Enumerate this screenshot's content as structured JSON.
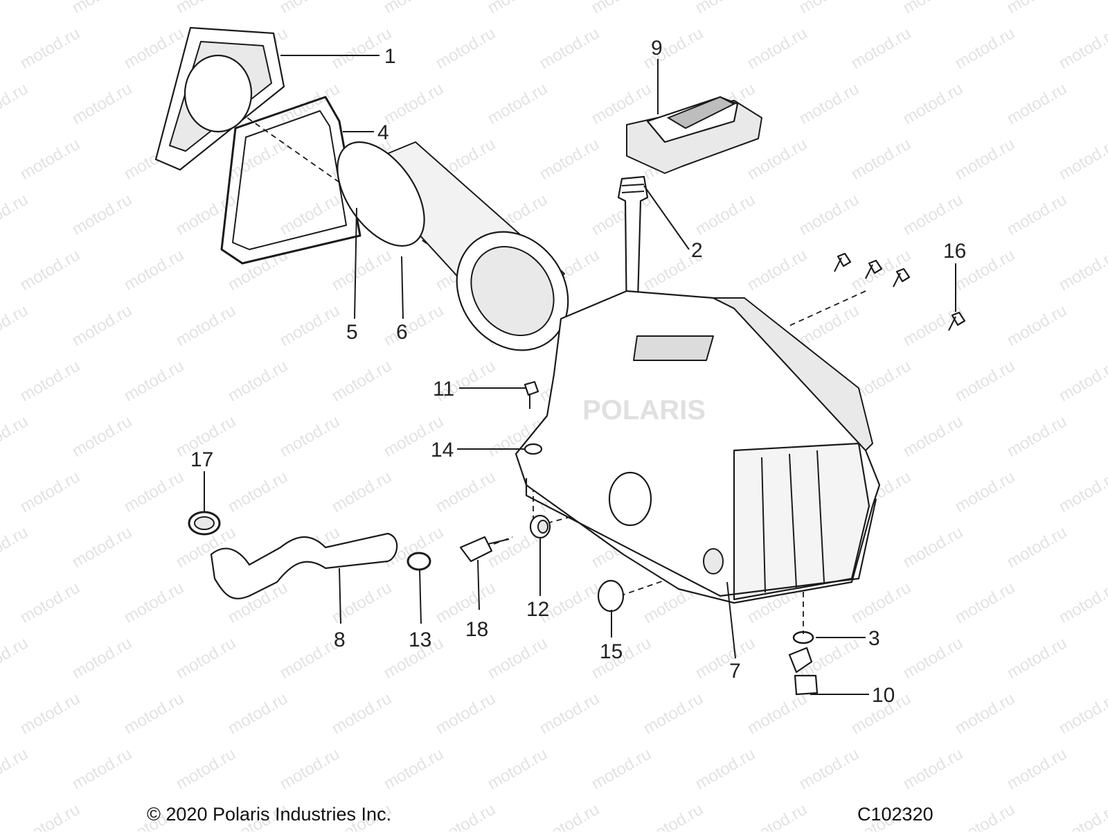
{
  "diagram": {
    "watermark_text": "motod.ru",
    "center_logo_text": "POLARIS",
    "callouts": {
      "c1": "1",
      "c2": "2",
      "c3": "3",
      "c4": "4",
      "c5": "5",
      "c6": "6",
      "c7": "7",
      "c8": "8",
      "c9": "9",
      "c10": "10",
      "c11": "11",
      "c12": "12",
      "c13": "13",
      "c14": "14",
      "c15": "15",
      "c16": "16",
      "c17": "17",
      "c18": "18"
    }
  },
  "footer": {
    "copyright": "© 2020 Polaris Industries Inc.",
    "figure_code": "C102320"
  }
}
